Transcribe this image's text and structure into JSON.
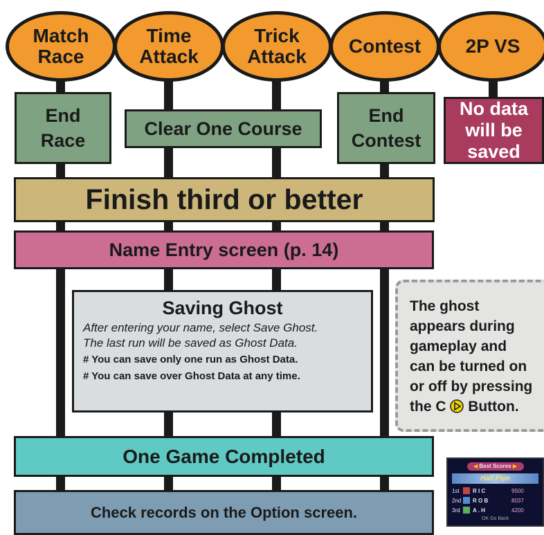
{
  "modes": [
    "Match\nRace",
    "Time\nAttack",
    "Trick\nAttack",
    "Contest",
    "2P VS"
  ],
  "boxes": {
    "end_race": "End\nRace",
    "clear_one_course": "Clear One Course",
    "end_contest": "End\nContest",
    "no_data": "No data\nwill be\nsaved"
  },
  "finish": "Finish third or better",
  "name_entry": "Name Entry screen (p. 14)",
  "saving_ghost": {
    "title": "Saving Ghost",
    "line1": "After entering your name, select Save Ghost.",
    "line2": "The last run will be saved as Ghost Data.",
    "note1": "# You can save only one run as Ghost Data.",
    "note2": "# You can save over Ghost Data at any time."
  },
  "ghost_note": {
    "lines": [
      "The ghost",
      "appears during",
      "gameplay and",
      "can be turned on",
      "or off by pressing"
    ],
    "last_prefix": "the C",
    "last_suffix": "Button."
  },
  "one_game_completed": "One Game Completed",
  "check_records": "Check records on the Option screen.",
  "thumbnail": {
    "title": "Best Scores",
    "course": "Half Pipe",
    "rows": [
      {
        "rank": "1st",
        "name": "R I C",
        "score": "9500"
      },
      {
        "rank": "2nd",
        "name": "R O B",
        "score": "8037"
      },
      {
        "rank": "3rd",
        "name": "A . H",
        "score": "4200"
      }
    ],
    "footer": "OK   Go Back"
  },
  "colors": {
    "orange": "#f29a2e",
    "green": "#7fa283",
    "maroon": "#a93b5e",
    "tan": "#ccb679",
    "pink": "#cc6e91",
    "ghost_panel": "#d9dde0",
    "teal": "#5fc9c4",
    "slate": "#7e9db3"
  }
}
